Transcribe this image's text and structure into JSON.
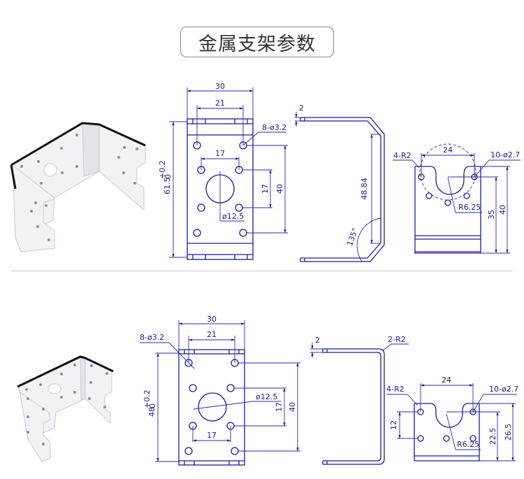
{
  "title": "金属支架参数",
  "colors": {
    "drawing_line": "#1b1b9e",
    "title_text": "#333333",
    "title_border": "#8a8a8a",
    "divider": "#c8c8c8"
  },
  "top_bracket": {
    "photo": "aluminum U-bracket (large)",
    "front_view": {
      "width": "30",
      "hole_span": "21",
      "holes_note": "8-ø3.2",
      "inner_span": "17",
      "center_hole": "ø12.5",
      "vert_inner": "17",
      "vert_outer": "40",
      "height": "61.5",
      "tolerance_upper": "+0.2",
      "tolerance_lower": "0"
    },
    "side_view": {
      "thickness": "2",
      "inner_length": "48.84",
      "angle": "135°"
    },
    "end_view": {
      "corner_radius": "4-R2",
      "hole_span": "24",
      "holes_note": "10-ø2.7",
      "slot_radius": "R6.25",
      "height_inner": "35",
      "height_outer": "40"
    }
  },
  "bottom_bracket": {
    "photo": "aluminum U-bracket (small)",
    "front_view": {
      "width": "30",
      "hole_span": "21",
      "holes_note": "8-ø3.2",
      "center_hole": "ø12.5",
      "vert_inner": "17",
      "vert_outer": "40",
      "inner_span": "17",
      "height": "48",
      "tolerance_upper": "+0.2",
      "tolerance_lower": "0"
    },
    "side_view": {
      "thickness": "2",
      "bend_radius": "2-R2"
    },
    "end_view": {
      "corner_radius": "4-R2",
      "hole_span": "24",
      "holes_note": "10-ø2.7",
      "vert_spacing": "12",
      "slot_radius": "R6.25",
      "height_inner": "22.5",
      "height_outer": "26.5"
    }
  }
}
